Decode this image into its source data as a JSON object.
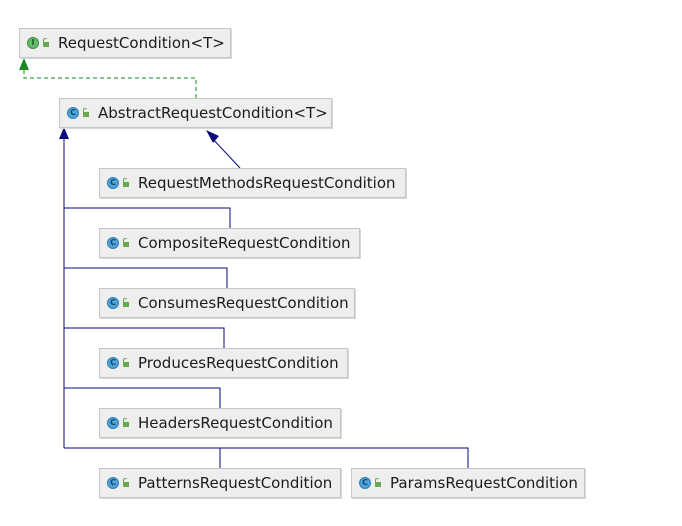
{
  "diagram": {
    "nodes": [
      {
        "id": "request-condition",
        "label": "RequestCondition<T>",
        "kind": "interface",
        "badge": "I"
      },
      {
        "id": "abstract-request-condition",
        "label": "AbstractRequestCondition<T>",
        "kind": "abstract-class",
        "badge": "C"
      },
      {
        "id": "request-methods-request-condition",
        "label": "RequestMethodsRequestCondition",
        "kind": "class",
        "badge": "C"
      },
      {
        "id": "composite-request-condition",
        "label": "CompositeRequestCondition",
        "kind": "class",
        "badge": "C"
      },
      {
        "id": "consumes-request-condition",
        "label": "ConsumesRequestCondition",
        "kind": "class",
        "badge": "C"
      },
      {
        "id": "produces-request-condition",
        "label": "ProducesRequestCondition",
        "kind": "class",
        "badge": "C"
      },
      {
        "id": "headers-request-condition",
        "label": "HeadersRequestCondition",
        "kind": "class",
        "badge": "C"
      },
      {
        "id": "patterns-request-condition",
        "label": "PatternsRequestCondition",
        "kind": "class",
        "badge": "C"
      },
      {
        "id": "params-request-condition",
        "label": "ParamsRequestCondition",
        "kind": "class",
        "badge": "C"
      }
    ],
    "edges": [
      {
        "from": "abstract-request-condition",
        "to": "request-condition",
        "type": "implements"
      },
      {
        "from": "request-methods-request-condition",
        "to": "abstract-request-condition",
        "type": "extends"
      },
      {
        "from": "composite-request-condition",
        "to": "abstract-request-condition",
        "type": "extends"
      },
      {
        "from": "consumes-request-condition",
        "to": "abstract-request-condition",
        "type": "extends"
      },
      {
        "from": "produces-request-condition",
        "to": "abstract-request-condition",
        "type": "extends"
      },
      {
        "from": "headers-request-condition",
        "to": "abstract-request-condition",
        "type": "extends"
      },
      {
        "from": "patterns-request-condition",
        "to": "abstract-request-condition",
        "type": "extends"
      },
      {
        "from": "params-request-condition",
        "to": "abstract-request-condition",
        "type": "extends"
      }
    ],
    "colors": {
      "implements": "#1a8a1a",
      "extends": "#0a0a7a",
      "node_fill": "#eeeeee",
      "node_border": "#c6c6c6",
      "class_badge": "#4fa3d8",
      "interface_badge": "#66bb6a",
      "access_icon": "#6aa84f"
    }
  }
}
